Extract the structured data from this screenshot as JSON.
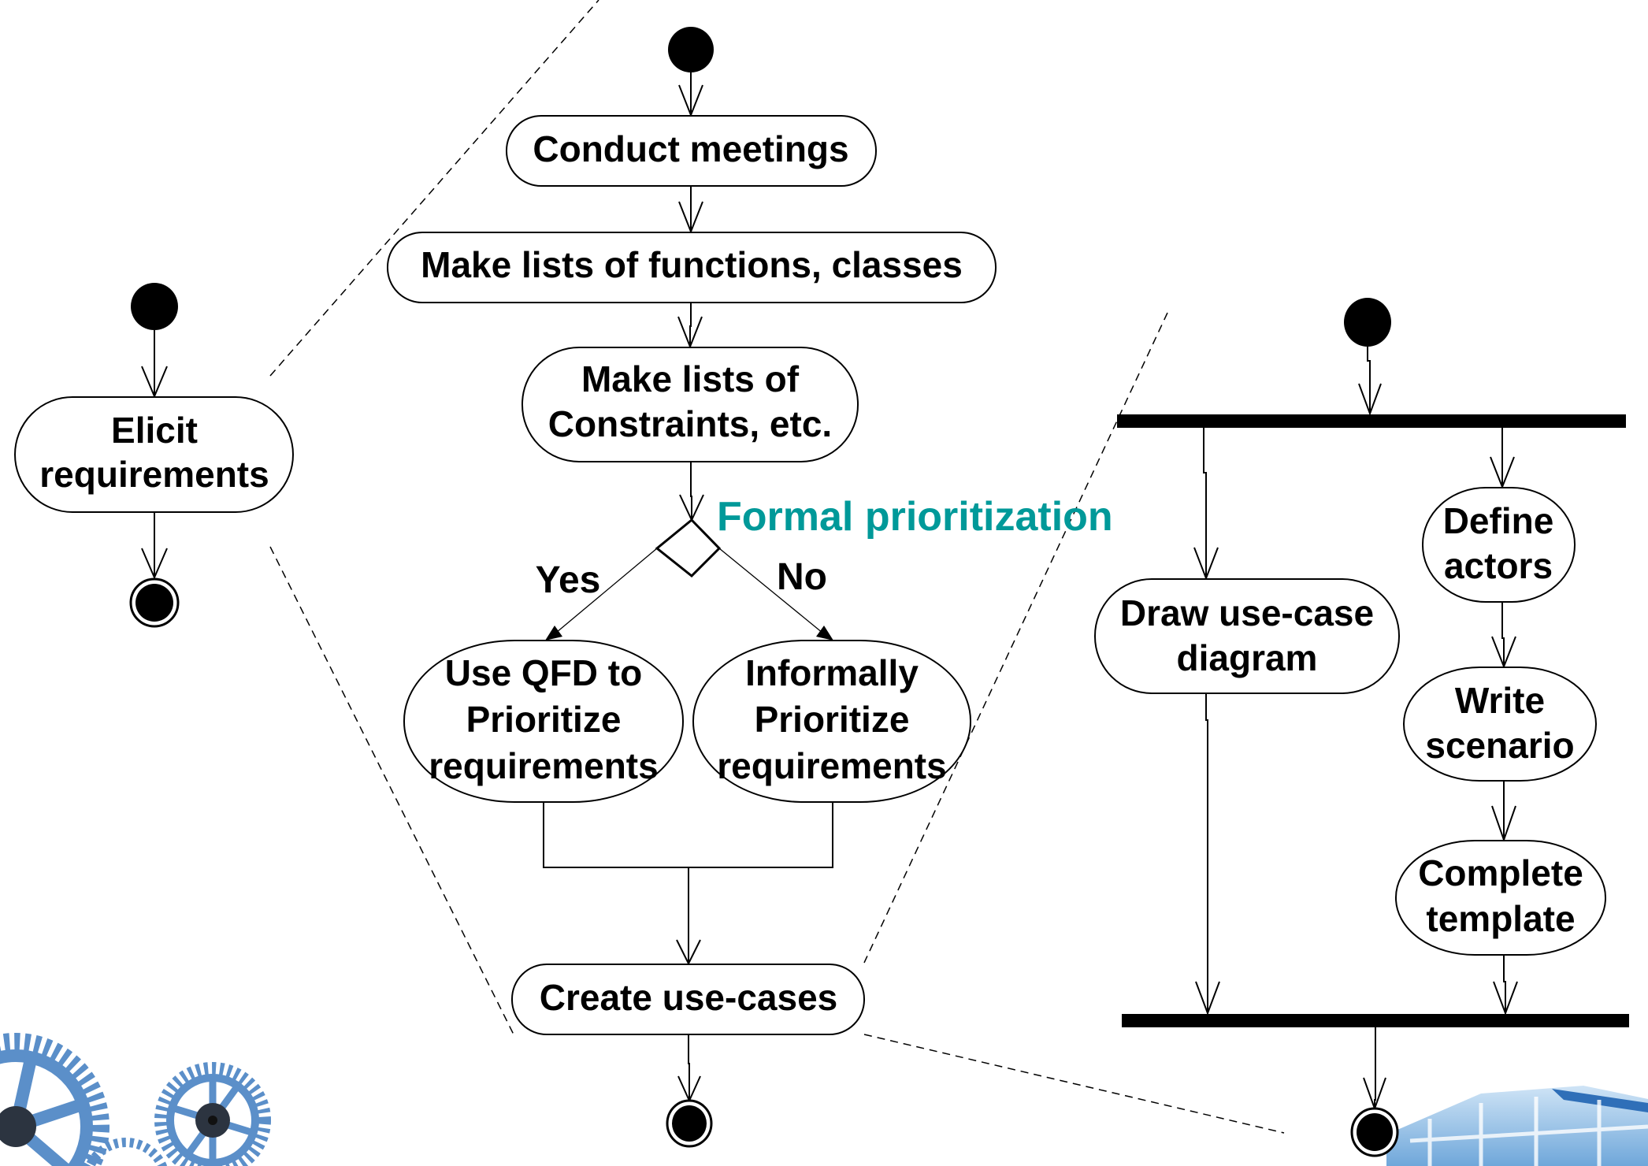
{
  "colors": {
    "decision_label": "#009999",
    "gear_blue": "#5b8fc9",
    "building_blue": "#7fb2e0"
  },
  "overview": {
    "initial": "initial-node",
    "activity": [
      "Elicit",
      "requirements"
    ],
    "final": "final-node"
  },
  "elicitation": {
    "activities": {
      "conduct_meetings": [
        "Conduct meetings"
      ],
      "make_lists_functions": [
        "Make lists of functions, classes"
      ],
      "make_lists_constraints": [
        "Make lists of",
        "Constraints, etc."
      ],
      "use_qfd": [
        "Use QFD to",
        "Prioritize",
        "requirements"
      ],
      "informally": [
        "Informally",
        "Prioritize",
        "requirements"
      ],
      "create_use_cases": [
        "Create use-cases"
      ]
    },
    "decision": {
      "label": "Formal prioritization",
      "yes": "Yes",
      "no": "No"
    }
  },
  "use_case_detail": {
    "activities": {
      "draw_use_case": [
        "Draw use-case",
        "diagram"
      ],
      "define_actors": [
        "Define",
        "actors"
      ],
      "write_scenario": [
        "Write",
        "scenario"
      ],
      "complete_template": [
        "Complete",
        "template"
      ]
    }
  },
  "decorations": {
    "bottom_left": "gears-icon",
    "bottom_right": "building-icon"
  }
}
